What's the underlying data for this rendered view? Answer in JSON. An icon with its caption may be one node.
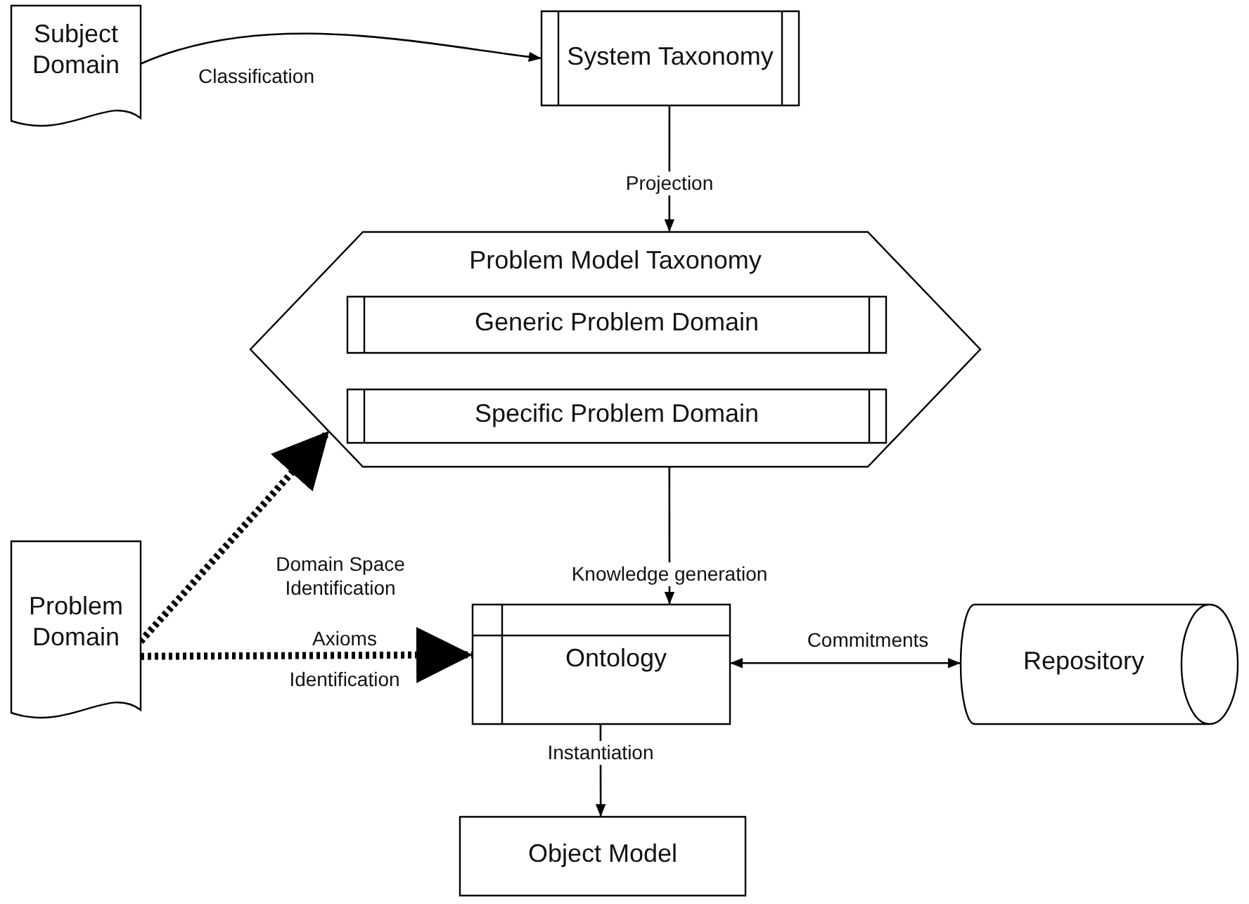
{
  "diagram": {
    "nodes": [
      {
        "text": [
          "Subject Domain"
        ]
      },
      {
        "text": [
          "System Taxonomy"
        ]
      },
      {
        "text": [
          "Problem Model Taxonomy"
        ]
      },
      {
        "text": [
          "Generic Problem Domain"
        ],
        "in": 2
      },
      {
        "text": [
          "Specific Problem Domain"
        ],
        "in": 2
      },
      {
        "text": [
          "Problem Domain"
        ]
      },
      {
        "text": [
          "Ontology"
        ]
      },
      {
        "text": [
          "Repository"
        ]
      },
      {
        "text": [
          "Object Model"
        ]
      }
    ],
    "edges": [
      {
        "from": 0,
        "to": 1,
        "arrow": "to",
        "label": "Classification"
      },
      {
        "from": 1,
        "to": 2,
        "arrow": "to",
        "label": "Projection"
      },
      {
        "from": 5,
        "to": 2,
        "arrow": "to",
        "label": "Domain Space Identification",
        "style": "dashed"
      },
      {
        "from": 5,
        "to": 6,
        "arrow": "to",
        "label": "Axioms Identification",
        "style": "dashed"
      },
      {
        "from": 2,
        "to": 6,
        "arrow": "to",
        "label": "Knowledge generation"
      },
      {
        "from": 6,
        "to": 7,
        "arrow": "both",
        "label": "Commitments"
      },
      {
        "from": 6,
        "to": 8,
        "arrow": "to",
        "label": "Instantiation"
      }
    ]
  }
}
